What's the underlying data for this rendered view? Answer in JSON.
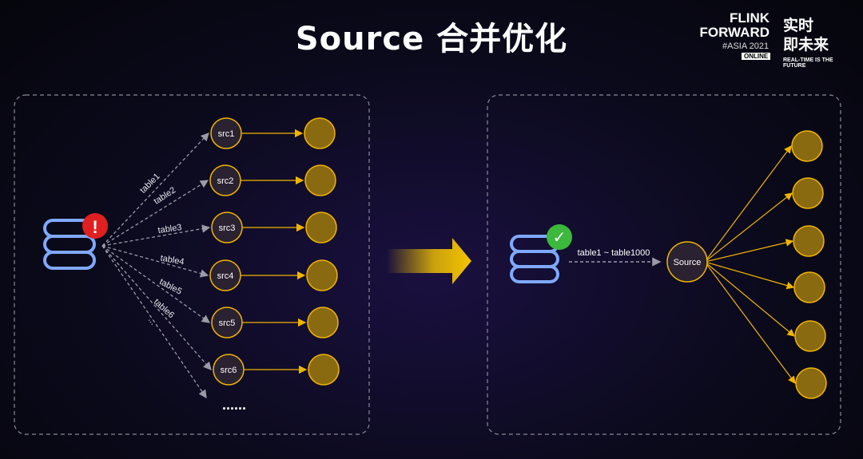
{
  "title": "Source 合并优化",
  "logo": {
    "line1": "FLINK",
    "line2": "FORWARD",
    "edition": "#ASIA 2021",
    "online": "ONLINE",
    "cn_line1": "实时",
    "cn_line2": "即未来",
    "tagline": "REAL-TIME IS THE FUTURE"
  },
  "left": {
    "sources": [
      "src1",
      "src2",
      "src3",
      "src4",
      "src5",
      "src6"
    ],
    "tables": [
      "table1",
      "table2",
      "table3",
      "table4",
      "table5",
      "table6",
      "..."
    ],
    "more": "......",
    "status": "!"
  },
  "right": {
    "source_label": "Source",
    "edge_label": "table1 ~ table1000",
    "sink_count": 6,
    "status": "✓"
  },
  "colors": {
    "node_fill": "#8a6a10",
    "node_stroke": "#f0b400",
    "src_fill": "#2a2230",
    "db_blue": "#7fa9ff",
    "error_red": "#e02020",
    "ok_green": "#3cb83c",
    "dash": "#9a9aa8"
  }
}
